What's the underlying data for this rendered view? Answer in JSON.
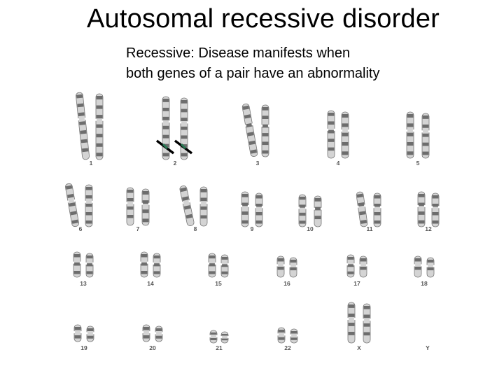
{
  "title": "Autosomal recessive disorder",
  "subtitle_lines": [
    "Recessive:  Disease manifests when",
    "both genes of a pair have an abnormality"
  ],
  "karyotype": {
    "labels": [
      "1",
      "2",
      "3",
      "4",
      "5",
      "6",
      "7",
      "8",
      "9",
      "10",
      "11",
      "12",
      "13",
      "14",
      "15",
      "16",
      "17",
      "18",
      "19",
      "20",
      "21",
      "22",
      "X",
      "Y"
    ],
    "marked_pair": "2",
    "marker_color": "#2a7a55",
    "chromosome_color": "#5a5a5a",
    "label_color": "#555555"
  }
}
